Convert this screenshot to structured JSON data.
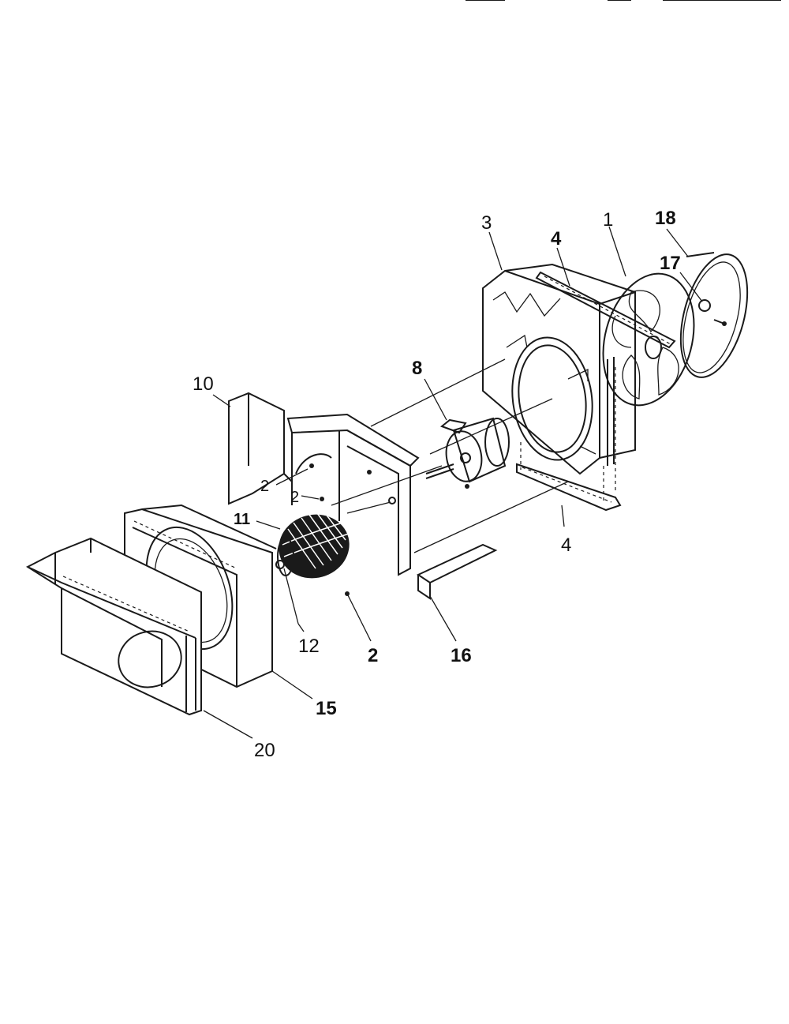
{
  "diagram": {
    "part_labels": [
      {
        "text": "1"
      },
      {
        "text": "18"
      },
      {
        "text": "3"
      },
      {
        "text": "4"
      },
      {
        "text": "17"
      },
      {
        "text": "8"
      },
      {
        "text": "10"
      },
      {
        "text": "2"
      },
      {
        "text": "2"
      },
      {
        "text": "11"
      },
      {
        "text": "4"
      },
      {
        "text": "12"
      },
      {
        "text": "2"
      },
      {
        "text": "16"
      },
      {
        "text": "15"
      },
      {
        "text": "20"
      }
    ]
  }
}
